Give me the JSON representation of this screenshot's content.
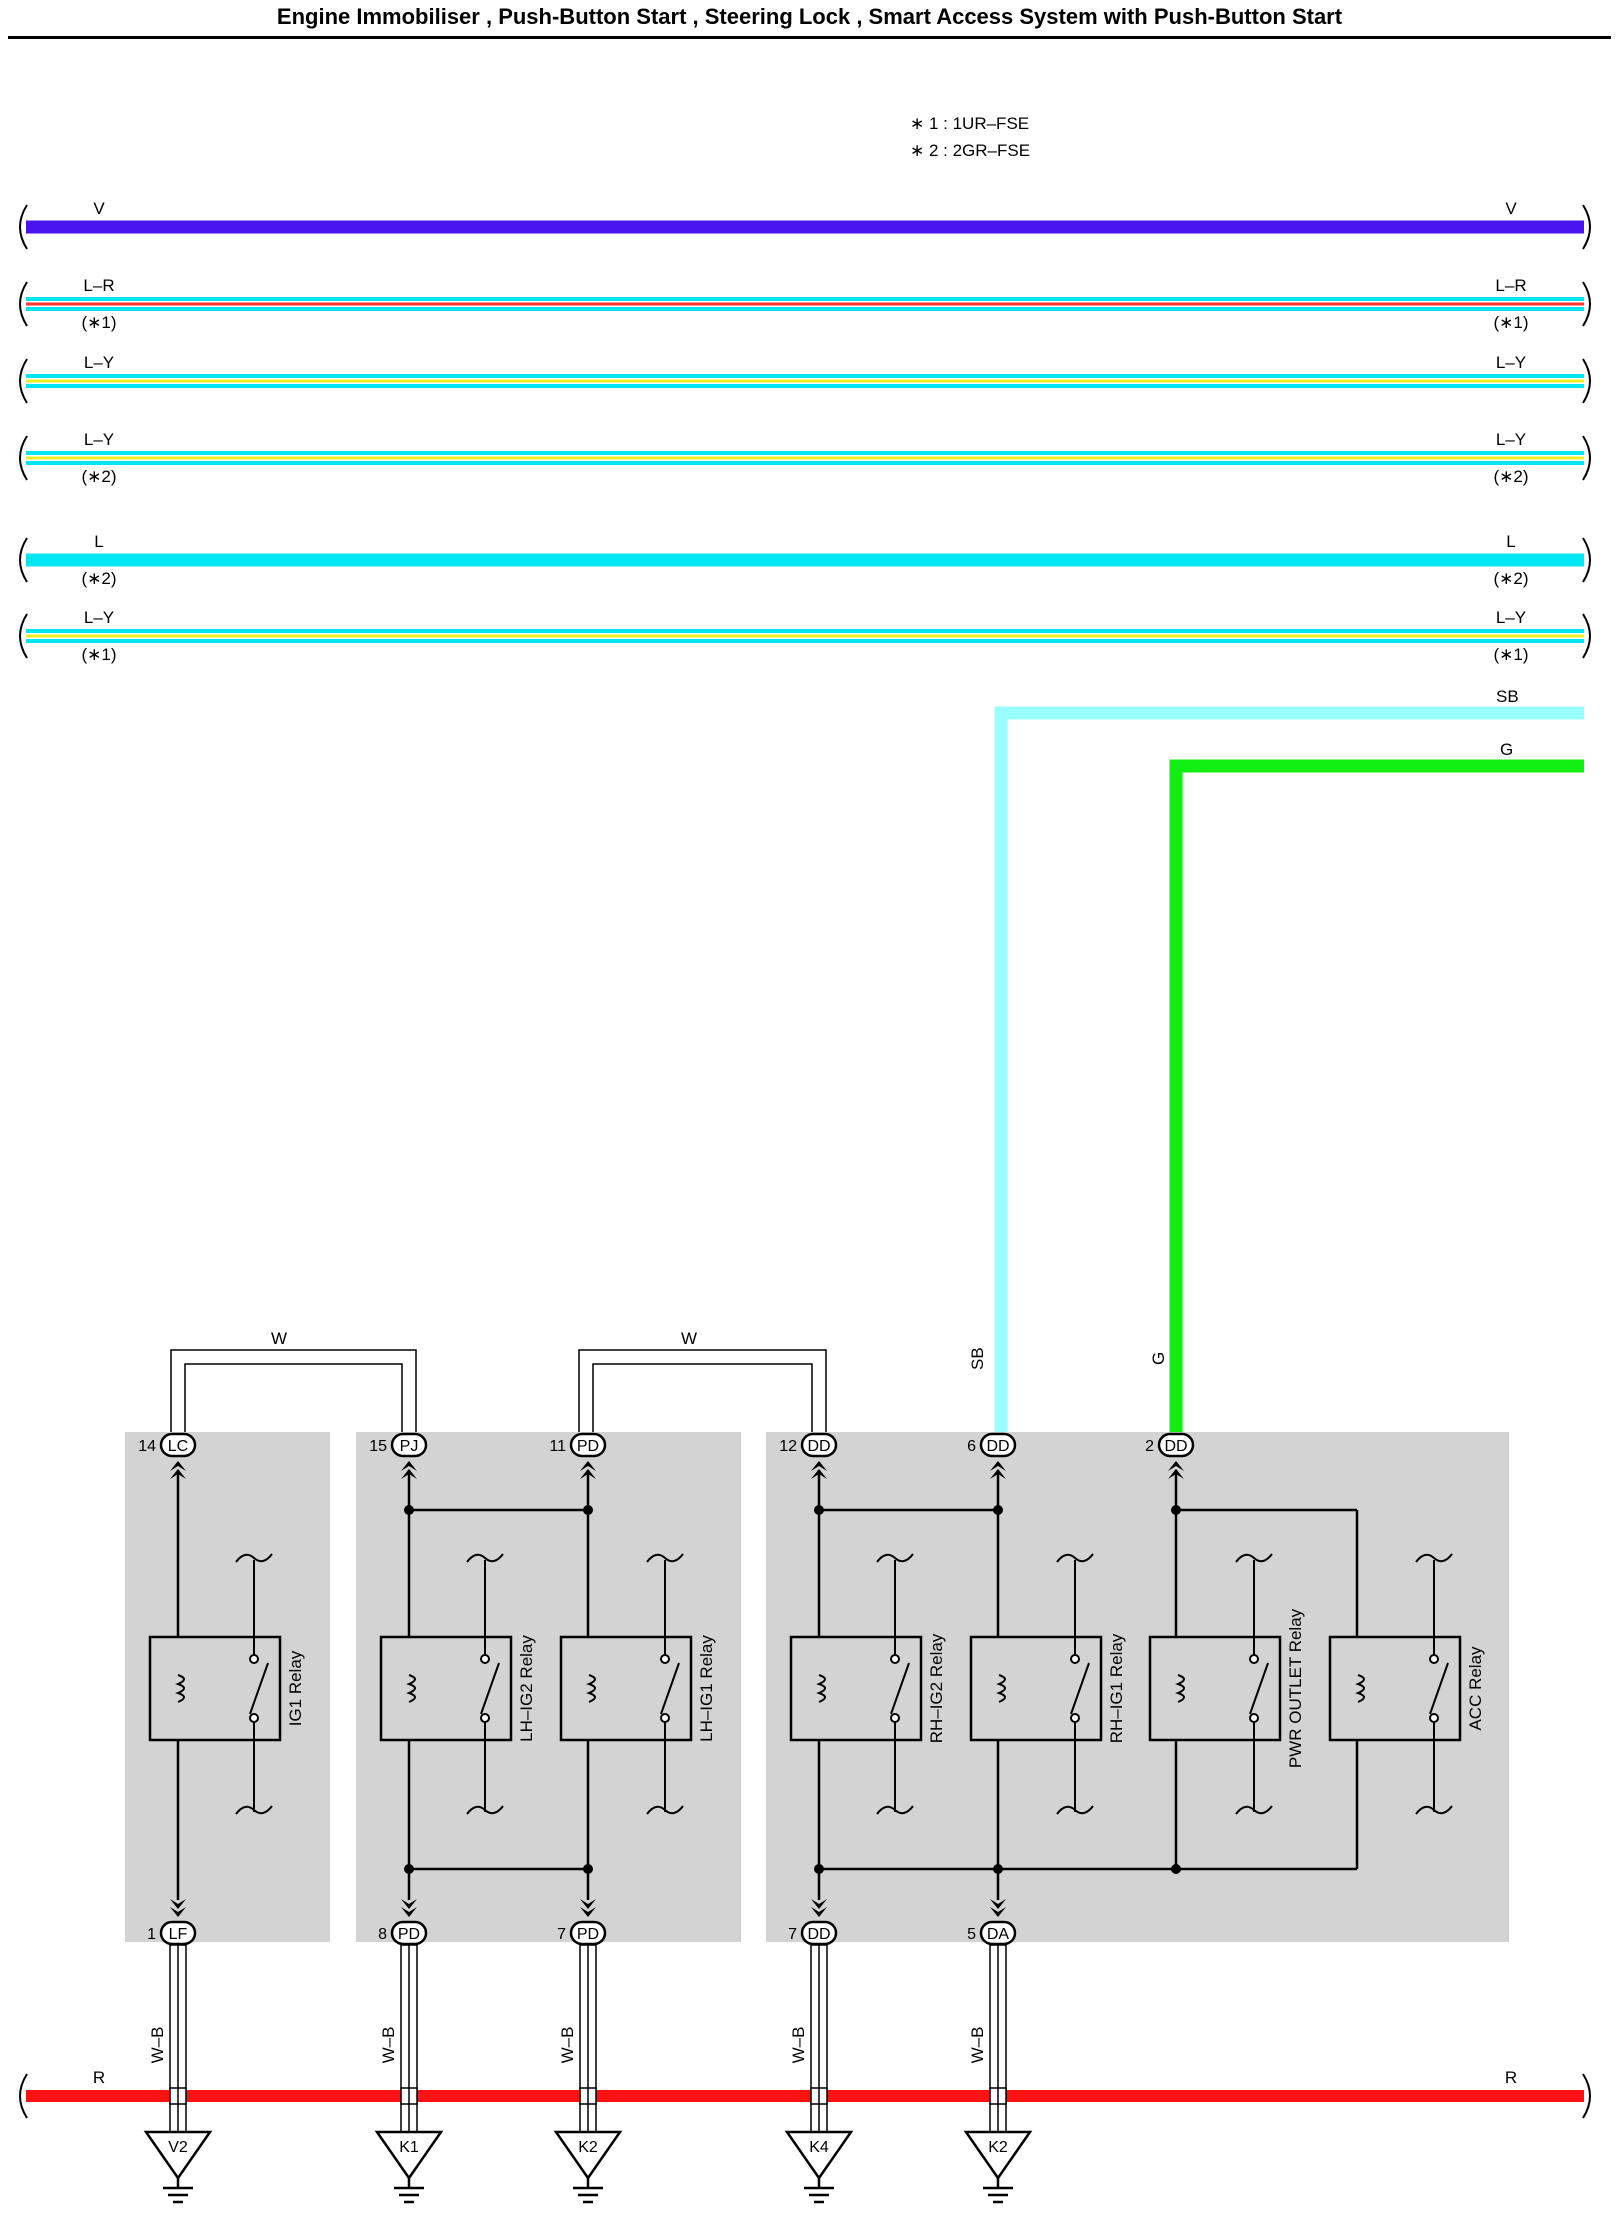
{
  "title": "Engine Immobiliser , Push-Button Start , Steering Lock , Smart Access System with Push-Button Start",
  "notes": [
    "∗ 1 : 1UR–FSE",
    "∗ 2 : 2GR–FSE"
  ],
  "colors": {
    "V": "#4a14f0",
    "L": "#00e6f0",
    "SB": "#99ffff",
    "G": "#11ee11",
    "R": "#ff1111",
    "LR_stripe": "#ff3333",
    "LY_stripe": "#eeee22",
    "box": "#d3d3d3"
  },
  "buses": [
    {
      "id": "V",
      "label": "V",
      "note": "",
      "kind": "solid",
      "color": "V"
    },
    {
      "id": "LR",
      "label": "L–R",
      "note": "(∗1)",
      "kind": "striped",
      "stripe": "LR_stripe"
    },
    {
      "id": "LY0",
      "label": "L–Y",
      "note": "",
      "kind": "striped",
      "stripe": "LY_stripe"
    },
    {
      "id": "LY2",
      "label": "L–Y",
      "note": "(∗2)",
      "kind": "striped",
      "stripe": "LY_stripe"
    },
    {
      "id": "L2",
      "label": "L",
      "note": "(∗2)",
      "kind": "solid",
      "color": "L"
    },
    {
      "id": "LY1",
      "label": "L–Y",
      "note": "(∗1)",
      "kind": "striped",
      "stripe": "LY_stripe"
    }
  ],
  "feeds": {
    "SB": {
      "label": "SB"
    },
    "G": {
      "label": "G"
    }
  },
  "bottom_bus": {
    "label": "R"
  },
  "jumpers": [
    {
      "label": "W"
    },
    {
      "label": "W"
    }
  ],
  "top_connectors": [
    {
      "pin": "14",
      "code": "LC"
    },
    {
      "pin": "15",
      "code": "PJ"
    },
    {
      "pin": "11",
      "code": "PD"
    },
    {
      "pin": "12",
      "code": "DD"
    },
    {
      "pin": "6",
      "code": "DD",
      "wire": "SB"
    },
    {
      "pin": "2",
      "code": "DD",
      "wire": "G"
    }
  ],
  "bottom_connectors": [
    {
      "pin": "1",
      "code": "LF"
    },
    {
      "pin": "8",
      "code": "PD"
    },
    {
      "pin": "7",
      "code": "PD"
    },
    {
      "pin": "7",
      "code": "DD"
    },
    {
      "pin": "5",
      "code": "DA"
    }
  ],
  "relays": [
    {
      "name": "IG1 Relay"
    },
    {
      "name": "LH–IG2 Relay"
    },
    {
      "name": "LH–IG1 Relay"
    },
    {
      "name": "RH–IG2 Relay"
    },
    {
      "name": "RH–IG1 Relay"
    },
    {
      "name": "PWR OUTLET Relay"
    },
    {
      "name": "ACC Relay"
    }
  ],
  "ground_wire_label": "W–B",
  "grounds": [
    {
      "code": "V2"
    },
    {
      "code": "K1"
    },
    {
      "code": "K2"
    },
    {
      "code": "K4"
    },
    {
      "code": "K2"
    }
  ]
}
